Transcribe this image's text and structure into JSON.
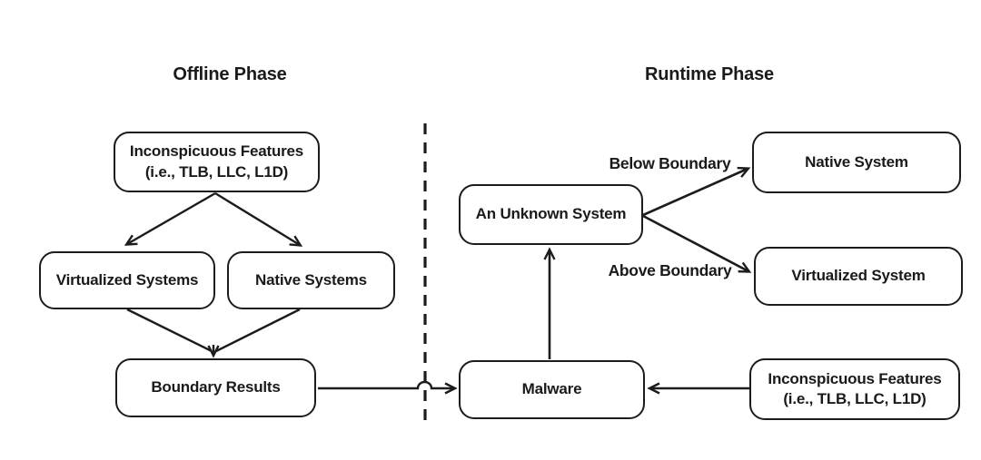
{
  "diagram": {
    "colors": {
      "background": "#ffffff",
      "stroke": "#1c1c1c",
      "text": "#1a1a1a"
    },
    "offline": {
      "title": "Offline Phase",
      "features": {
        "line1": "Inconspicuous Features",
        "line2": "(i.e., TLB, LLC, L1D)"
      },
      "virtualized_systems": "Virtualized Systems",
      "native_systems": "Native Systems",
      "boundary_results": "Boundary Results"
    },
    "runtime": {
      "title": "Runtime Phase",
      "unknown_system": "An Unknown System",
      "native_system": "Native System",
      "virtualized_system": "Virtualized System",
      "malware": "Malware",
      "features": {
        "line1": "Inconspicuous Features",
        "line2": "(i.e., TLB, LLC, L1D)"
      },
      "below_boundary_label": "Below Boundary",
      "above_boundary_label": "Above Boundary"
    }
  }
}
